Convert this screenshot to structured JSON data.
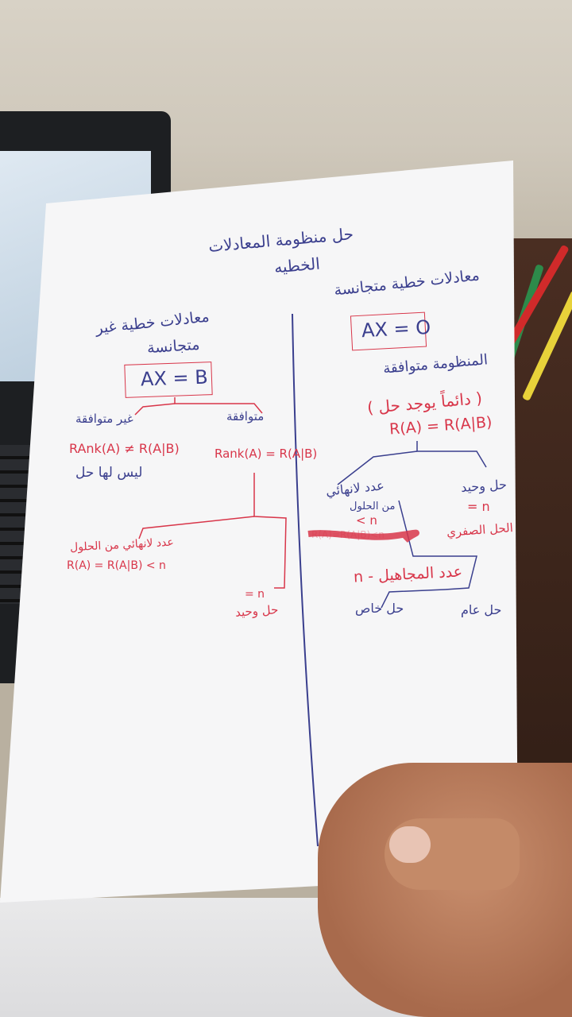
{
  "title": {
    "line1": "حل منظومة المعادلات",
    "line2": "الخطيه"
  },
  "right": {
    "heading": "معادلات خطية متجانسة",
    "equation": "AX = O",
    "subheading": "المنظومة متوافقة",
    "always": "( دائماً يوجد حل )",
    "rank": "R(A) = R(A|B)",
    "unique": "حل وحيد",
    "unique_cond": "= n",
    "zero": "الحل الصفري",
    "infinite": "عدد لانهائي",
    "infinite2": "من الحلول",
    "infinite_cond": "< n",
    "scribble": "R(A)=R(A|B)<n",
    "unknowns": "n - عدد المجاهيل",
    "general": "حل عام",
    "particular": "حل خاص"
  },
  "left": {
    "heading": "معادلات خطية غير",
    "heading2": "متجانسة",
    "equation": "AX = B",
    "inconsistent": "غير متوافقة",
    "consistent": "متوافقة",
    "rank_neq": "RAnk(A) ≠ R(A|B)",
    "no_solution": "ليس لها حل",
    "rank_eq": "Rank(A) = R(A|B)",
    "infinite": "عدد لانهائي من الحلول",
    "infinite_cond": "R(A) = R(A|B) < n",
    "unique_cond": "= n",
    "unique": "حل وحيد"
  }
}
